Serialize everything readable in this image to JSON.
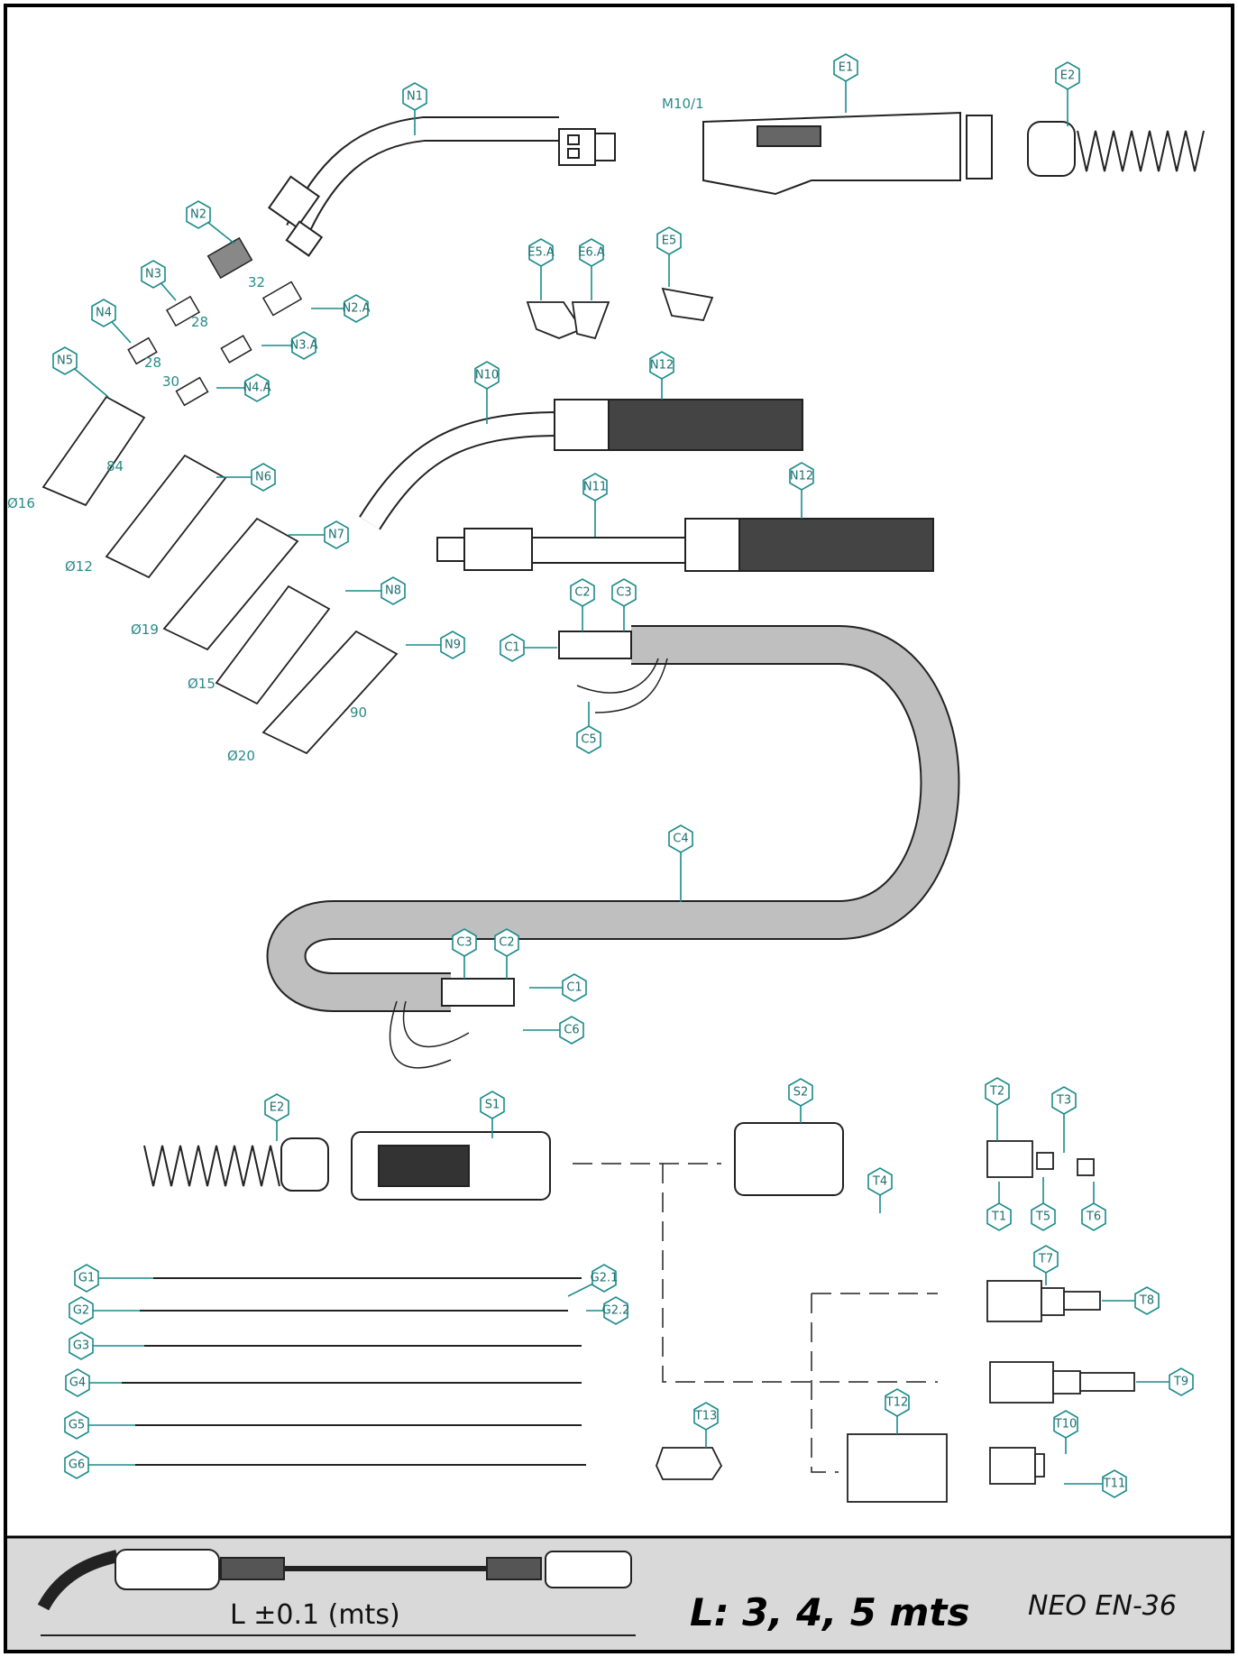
{
  "colors": {
    "callout": "#1b8a8a",
    "frame": "#000000",
    "footer_bg": "#d9d9d9",
    "cable": "#bfbfbf",
    "grip": "#555555"
  },
  "callouts": {
    "N1": "N1",
    "N2": "N2",
    "N2A": "N2.A",
    "N3": "N3",
    "N3A": "N3.A",
    "N4": "N4",
    "N4A": "N4.A",
    "N5": "N5",
    "N6": "N6",
    "N7": "N7",
    "N8": "N8",
    "N9": "N9",
    "N10": "N10",
    "N11": "N11",
    "N12a": "N12",
    "N12b": "N12",
    "E1": "E1",
    "E2a": "E2",
    "E2b": "E2",
    "E5A": "E5.A",
    "E6A": "E6.A",
    "E5": "E5",
    "C1a": "C1",
    "C2a": "C2",
    "C3a": "C3",
    "C5": "C5",
    "C4": "C4",
    "C3b": "C3",
    "C2b": "C2",
    "C1b": "C1",
    "C6": "C6",
    "S1": "S1",
    "S2": "S2",
    "T1": "T1",
    "T2": "T2",
    "T3": "T3",
    "T4": "T4",
    "T5": "T5",
    "T6": "T6",
    "T7": "T7",
    "T8": "T8",
    "T9": "T9",
    "T10": "T10",
    "T11": "T11",
    "T12": "T12",
    "T13": "T13",
    "G1": "G1",
    "G21": "G2.1",
    "G2": "G2",
    "G22": "G2.2",
    "G3": "G3",
    "G4": "G4",
    "G5": "G5",
    "G6": "G6"
  },
  "dimensions": {
    "m10": "M10/1",
    "d32": "32",
    "d28a": "28",
    "d28b": "28",
    "d30": "30",
    "d84": "84",
    "d90": "90",
    "o16": "Ø16",
    "o12": "Ø12",
    "o19": "Ø19",
    "o15": "Ø15",
    "o20": "Ø20"
  },
  "footer": {
    "length_label": "L  ±0.1 (mts)",
    "length_values": "L: 3, 4, 5 mts",
    "model": "NEO EN-36"
  }
}
